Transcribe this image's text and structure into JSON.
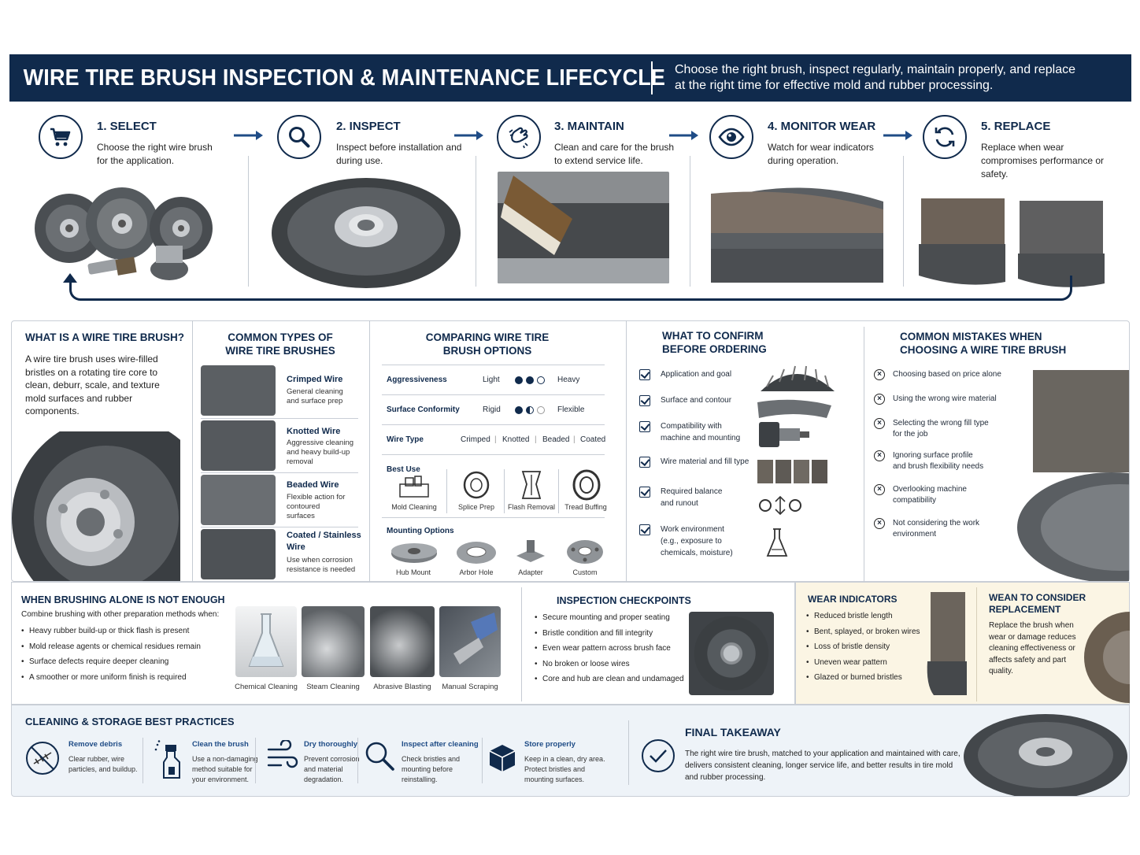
{
  "header": {
    "title": "WIRE TIRE BRUSH INSPECTION & MAINTENANCE LIFECYCLE",
    "subtitle": "Choose the right brush, inspect regularly, maintain properly, and replace at the right time for effective mold and rubber processing."
  },
  "steps": [
    {
      "title": "1. SELECT",
      "desc": "Choose the right wire brush for the application.",
      "icon": "cart-icon"
    },
    {
      "title": "2. INSPECT",
      "desc": "Inspect before installation and during use.",
      "icon": "magnifier-icon"
    },
    {
      "title": "3. MAINTAIN",
      "desc": "Clean and care for the brush to extend service life.",
      "icon": "hand-brush-icon"
    },
    {
      "title": "4. MONITOR WEAR",
      "desc": "Watch for wear indicators during operation.",
      "icon": "eye-icon"
    },
    {
      "title": "5. REPLACE",
      "desc": "Replace when wear compromises performance or safety.",
      "icon": "refresh-icon"
    }
  ],
  "what_is": {
    "title": "WHAT IS A WIRE TIRE BRUSH?",
    "text": "A wire tire brush uses wire-filled bristles on a rotating tire core to clean, deburr, scale, and texture mold surfaces and rubber components."
  },
  "types": {
    "title_line1": "COMMON TYPES OF",
    "title_line2": "WIRE TIRE BRUSHES",
    "items": [
      {
        "name": "Crimped Wire",
        "desc": "General cleaning and surface prep"
      },
      {
        "name": "Knotted Wire",
        "desc": "Aggressive cleaning and heavy build-up removal"
      },
      {
        "name": "Beaded Wire",
        "desc": "Flexible action for contoured surfaces"
      },
      {
        "name": "Coated / Stainless Wire",
        "desc": "Use when corrosion resistance is needed"
      }
    ]
  },
  "compare": {
    "title_line1": "COMPARING WIRE TIRE",
    "title_line2": "BRUSH OPTIONS",
    "aggr_label": "Aggressiveness",
    "aggr_left": "Light",
    "aggr_right": "Heavy",
    "conf_label": "Surface Conformity",
    "conf_left": "Rigid",
    "conf_right": "Flexible",
    "wire_label": "Wire Type",
    "wire_types": [
      "Crimped",
      "Knotted",
      "Beaded",
      "Coated"
    ],
    "best_use_label": "Best Use",
    "best_uses": [
      "Mold Cleaning",
      "Splice Prep",
      "Flash Removal",
      "Tread Buffing"
    ],
    "mounting_label": "Mounting Options",
    "mountings": [
      "Hub Mount",
      "Arbor Hole",
      "Adapter",
      "Custom"
    ]
  },
  "confirm": {
    "title_line1": "WHAT TO CONFIRM",
    "title_line2": "BEFORE ORDERING",
    "items": [
      {
        "l1": "Application and goal",
        "l2": "",
        "l3": ""
      },
      {
        "l1": "Surface and contour",
        "l2": "",
        "l3": ""
      },
      {
        "l1": "Compatibility with",
        "l2": "machine and mounting",
        "l3": ""
      },
      {
        "l1": "Wire material and fill type",
        "l2": "",
        "l3": ""
      },
      {
        "l1": "Required balance",
        "l2": "and runout",
        "l3": ""
      },
      {
        "l1": "Work environment",
        "l2": "(e.g., exposure to",
        "l3": "chemicals, moisture)"
      }
    ]
  },
  "mistakes": {
    "title_line1": "COMMON MISTAKES WHEN",
    "title_line2": "CHOOSING A WIRE TIRE BRUSH",
    "items": [
      {
        "l1": "Choosing based on price alone",
        "l2": ""
      },
      {
        "l1": "Using the wrong wire material",
        "l2": ""
      },
      {
        "l1": "Selecting the wrong fill type",
        "l2": "for the job"
      },
      {
        "l1": "Ignoring surface profile",
        "l2": "and brush flexibility needs"
      },
      {
        "l1": "Overlooking machine",
        "l2": "compatibility"
      },
      {
        "l1": "Not considering the work",
        "l2": "environment"
      }
    ]
  },
  "alone": {
    "title": "WHEN BRUSHING ALONE IS NOT ENOUGH",
    "intro": "Combine brushing with other preparation methods when:",
    "bullets": [
      "Heavy rubber build-up or thick flash is present",
      "Mold release agents or chemical residues remain",
      "Surface defects require deeper cleaning",
      "A smoother or more uniform finish is required"
    ],
    "methods": [
      "Chemical Cleaning",
      "Steam Cleaning",
      "Abrasive Blasting",
      "Manual Scraping"
    ]
  },
  "checkpoints": {
    "title": "INSPECTION CHECKPOINTS",
    "bullets": [
      "Secure mounting and proper seating",
      "Bristle condition and fill integrity",
      "Even wear pattern across brush face",
      "No broken or loose wires",
      "Core and hub are clean and undamaged"
    ]
  },
  "wear": {
    "title": "WEAR INDICATORS",
    "bullets": [
      "Reduced bristle length",
      "Bent, splayed, or broken wires",
      "Loss of bristle density",
      "Uneven wear pattern",
      "Glazed or burned bristles"
    ]
  },
  "replace": {
    "title_line1": "WEAN TO CONSIDER",
    "title_line2": "REPLACEMENT",
    "text": "Replace the brush when wear or damage reduces cleaning effectiveness or affects safety and part quality."
  },
  "practices": {
    "title": "CLEANING & STORAGE BEST PRACTICES",
    "items": [
      {
        "title": "Remove debris",
        "l1": "Clear rubber, wire",
        "l2": "particles, and buildup.",
        "l3": ""
      },
      {
        "title": "Clean the brush",
        "l1": "Use a non-damaging",
        "l2": "method suitable for",
        "l3": "your environment."
      },
      {
        "title": "Dry thoroughly",
        "l1": "Prevent corrosion",
        "l2": "and material",
        "l3": "degradation."
      },
      {
        "title": "Inspect after cleaning",
        "l1": "Check bristles and",
        "l2": "mounting before",
        "l3": "reinstalling."
      },
      {
        "title": "Store properly",
        "l1": "Keep in a clean, dry area.",
        "l2": "Protect bristles and",
        "l3": "mounting surfaces."
      }
    ]
  },
  "takeaway": {
    "title": "FINAL TAKEAWAY",
    "text": "The right wire tire brush, matched to your application and maintained with care, delivers consistent cleaning, longer service life, and better results in tire mold and rubber processing."
  },
  "colors": {
    "navy": "#102a4c",
    "cream": "#fbf5e4",
    "pale_blue": "#eef3f8"
  }
}
